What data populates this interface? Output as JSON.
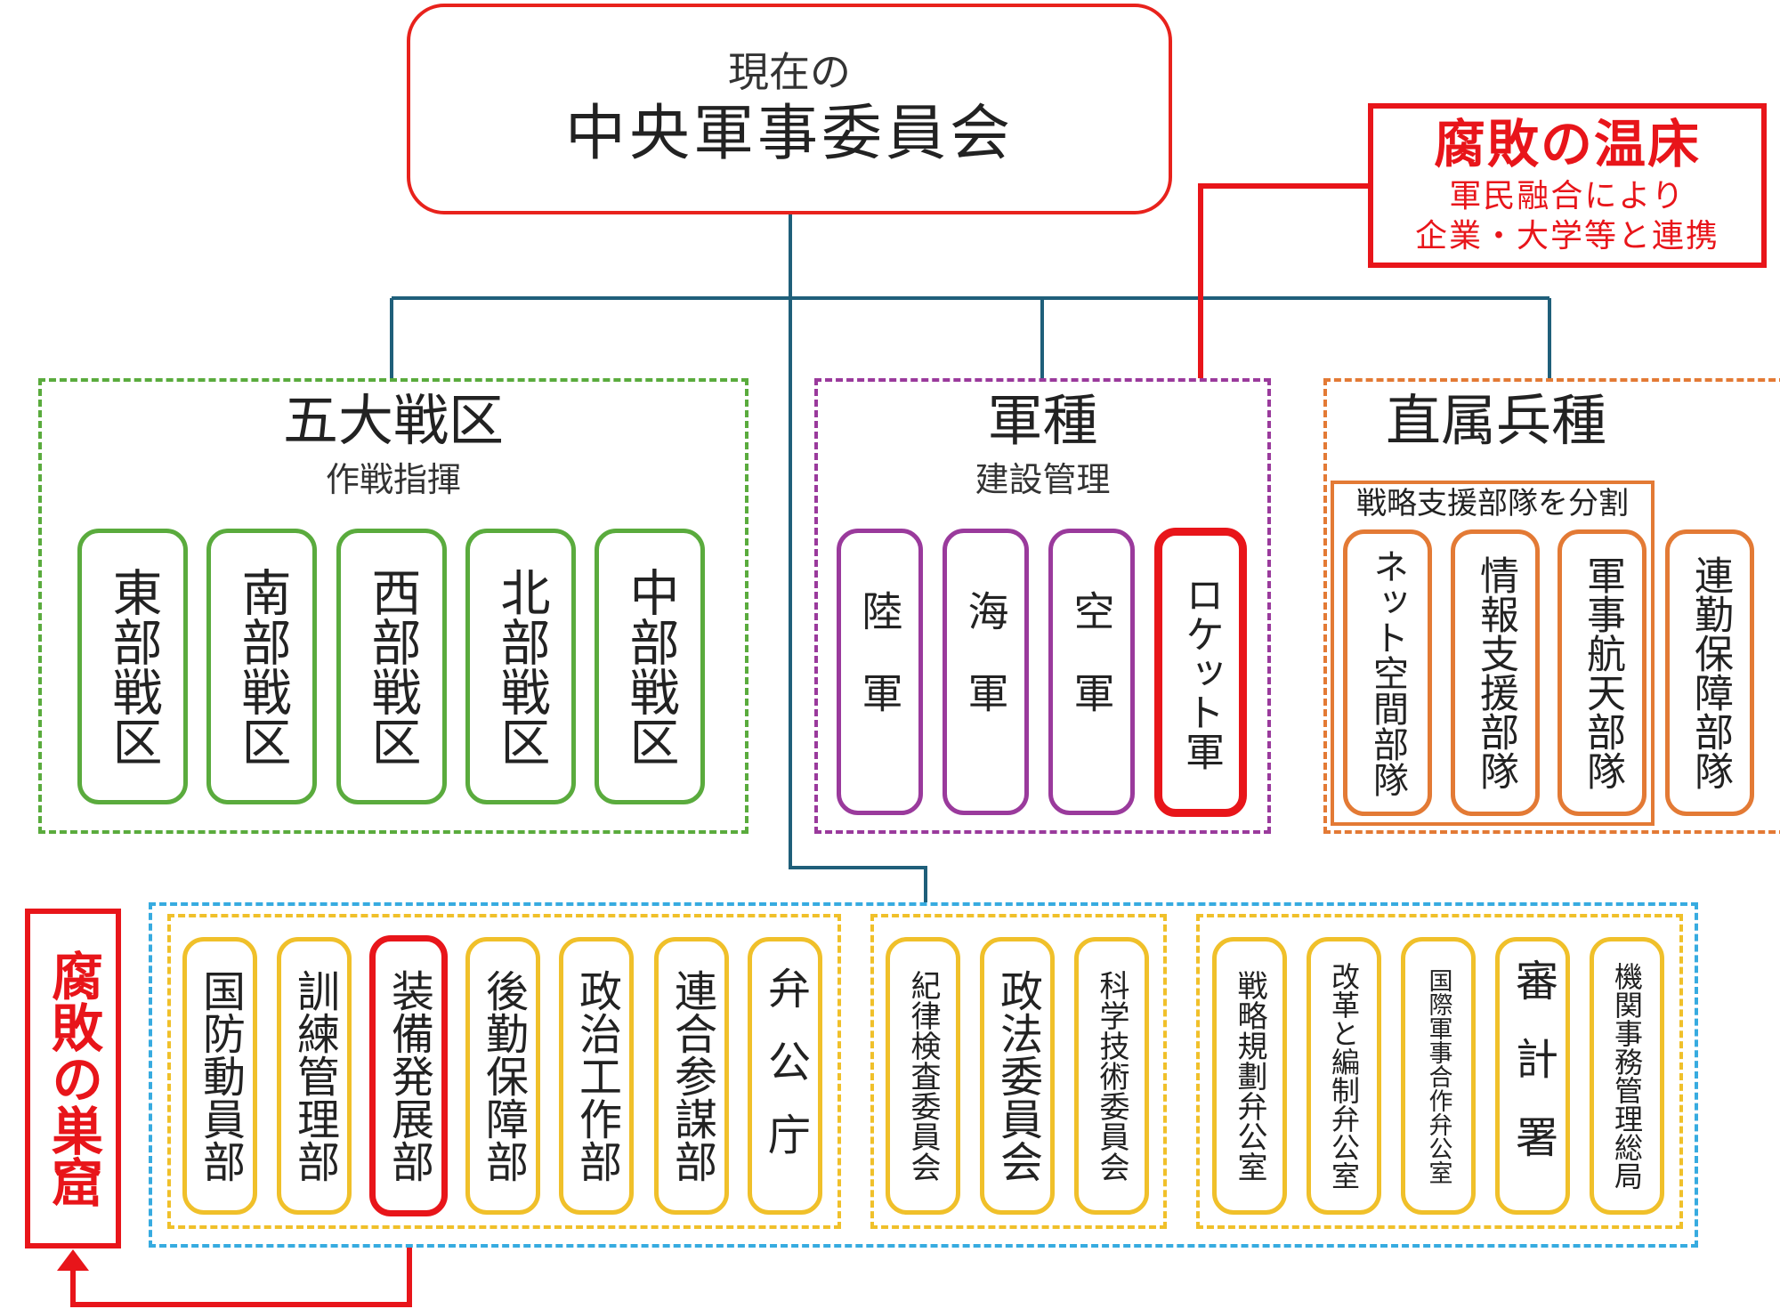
{
  "root": {
    "subtitle": "現在の",
    "title": "中央軍事委員会"
  },
  "hotbed_callout": {
    "title": "腐敗の温床",
    "lines": [
      "軍民融合により",
      "企業・大学等と連携"
    ]
  },
  "nest_callout": {
    "title": "腐敗の巣窟"
  },
  "theater": {
    "title": "五大戦区",
    "subtitle": "作戦指揮",
    "items": [
      "東部戦区",
      "南部戦区",
      "西部戦区",
      "北部戦区",
      "中部戦区"
    ]
  },
  "branches": {
    "title": "軍種",
    "subtitle": "建設管理",
    "items": [
      "陸軍",
      "海軍",
      "空軍",
      "ロケット軍"
    ]
  },
  "direct": {
    "title": "直属兵種",
    "split_label": "戦略支援部隊を分割",
    "split_items": [
      "ネット空間部隊",
      "情報支援部隊",
      "軍事航天部隊"
    ],
    "other_items": [
      "連勤保障部隊"
    ]
  },
  "cmc_departments": {
    "group1": [
      "国防動員部",
      "訓練管理部",
      "装備発展部",
      "後勤保障部",
      "政治工作部",
      "連合参謀部",
      "弁公庁"
    ],
    "group2": [
      "紀律検査委員会",
      "政法委員会",
      "科学技術委員会"
    ],
    "group3": [
      "戦略規劃弁公室",
      "改革と編制弁公室",
      "国際軍事合作弁公室",
      "審計署",
      "機関事務管理総局"
    ]
  },
  "colors": {
    "accent_red": "#e8151a",
    "line_blue": "#1f5f7a",
    "theater_green": "#5aab3d",
    "branch_purple": "#9a3a9c",
    "direct_orange": "#e37a35",
    "cmc_blue": "#37abe0",
    "dept_yellow": "#f0c02a"
  }
}
